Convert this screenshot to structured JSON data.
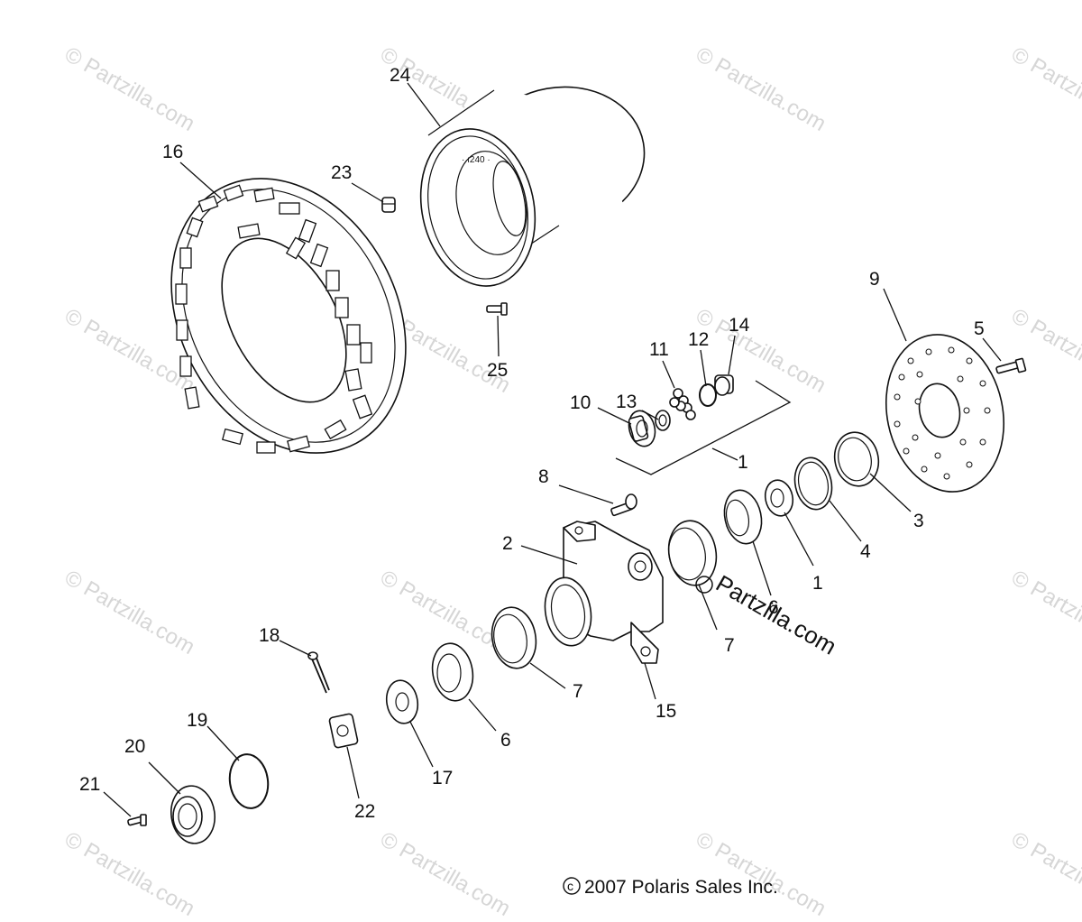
{
  "watermark": {
    "text": "© Partzilla.com",
    "featured_text": "Partzilla.com"
  },
  "copyright": {
    "symbol": "c",
    "text": "2007 Polaris Sales Inc."
  },
  "callouts": {
    "c24": "24",
    "c16": "16",
    "c23": "23",
    "c25": "25",
    "c9": "9",
    "c5": "5",
    "c14": "14",
    "c12": "12",
    "c11": "11",
    "c13": "13",
    "c10": "10",
    "c1_top": "1",
    "c8": "8",
    "c2": "2",
    "c3": "3",
    "c4": "4",
    "c1_bottom": "1",
    "c6_right": "6",
    "c7_right": "7",
    "c7_mid": "7",
    "c15": "15",
    "c18": "18",
    "c6_left": "6",
    "c19": "19",
    "c20": "20",
    "c17": "17",
    "c21": "21",
    "c22": "22"
  }
}
